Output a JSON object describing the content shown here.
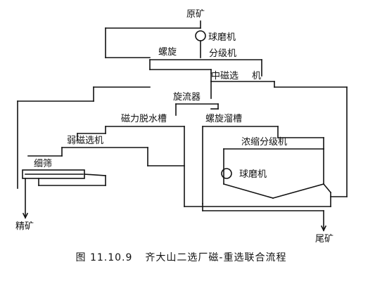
{
  "diagram": {
    "nodes": {
      "raw_ore": "原矿",
      "ball_mill_1": "球磨机",
      "spiral": "螺旋",
      "classifier_1": "分级机",
      "medium_magnetic": "中磁选",
      "machine_1": "机",
      "cyclone": "旋流器",
      "mag_dewatering": "磁力脱水槽",
      "spiral_chute": "螺旋溜槽",
      "weak_magnetic": "弱磁选机",
      "concentrating_classifier": "浓缩分级机",
      "fine_screen": "细筛",
      "ball_mill_2": "球磨机",
      "concentrate": "精矿",
      "tailings": "尾矿"
    }
  },
  "caption": {
    "figure_no": "图 11.10.9",
    "title": "齐大山二选厂磁-重选联合流程"
  }
}
